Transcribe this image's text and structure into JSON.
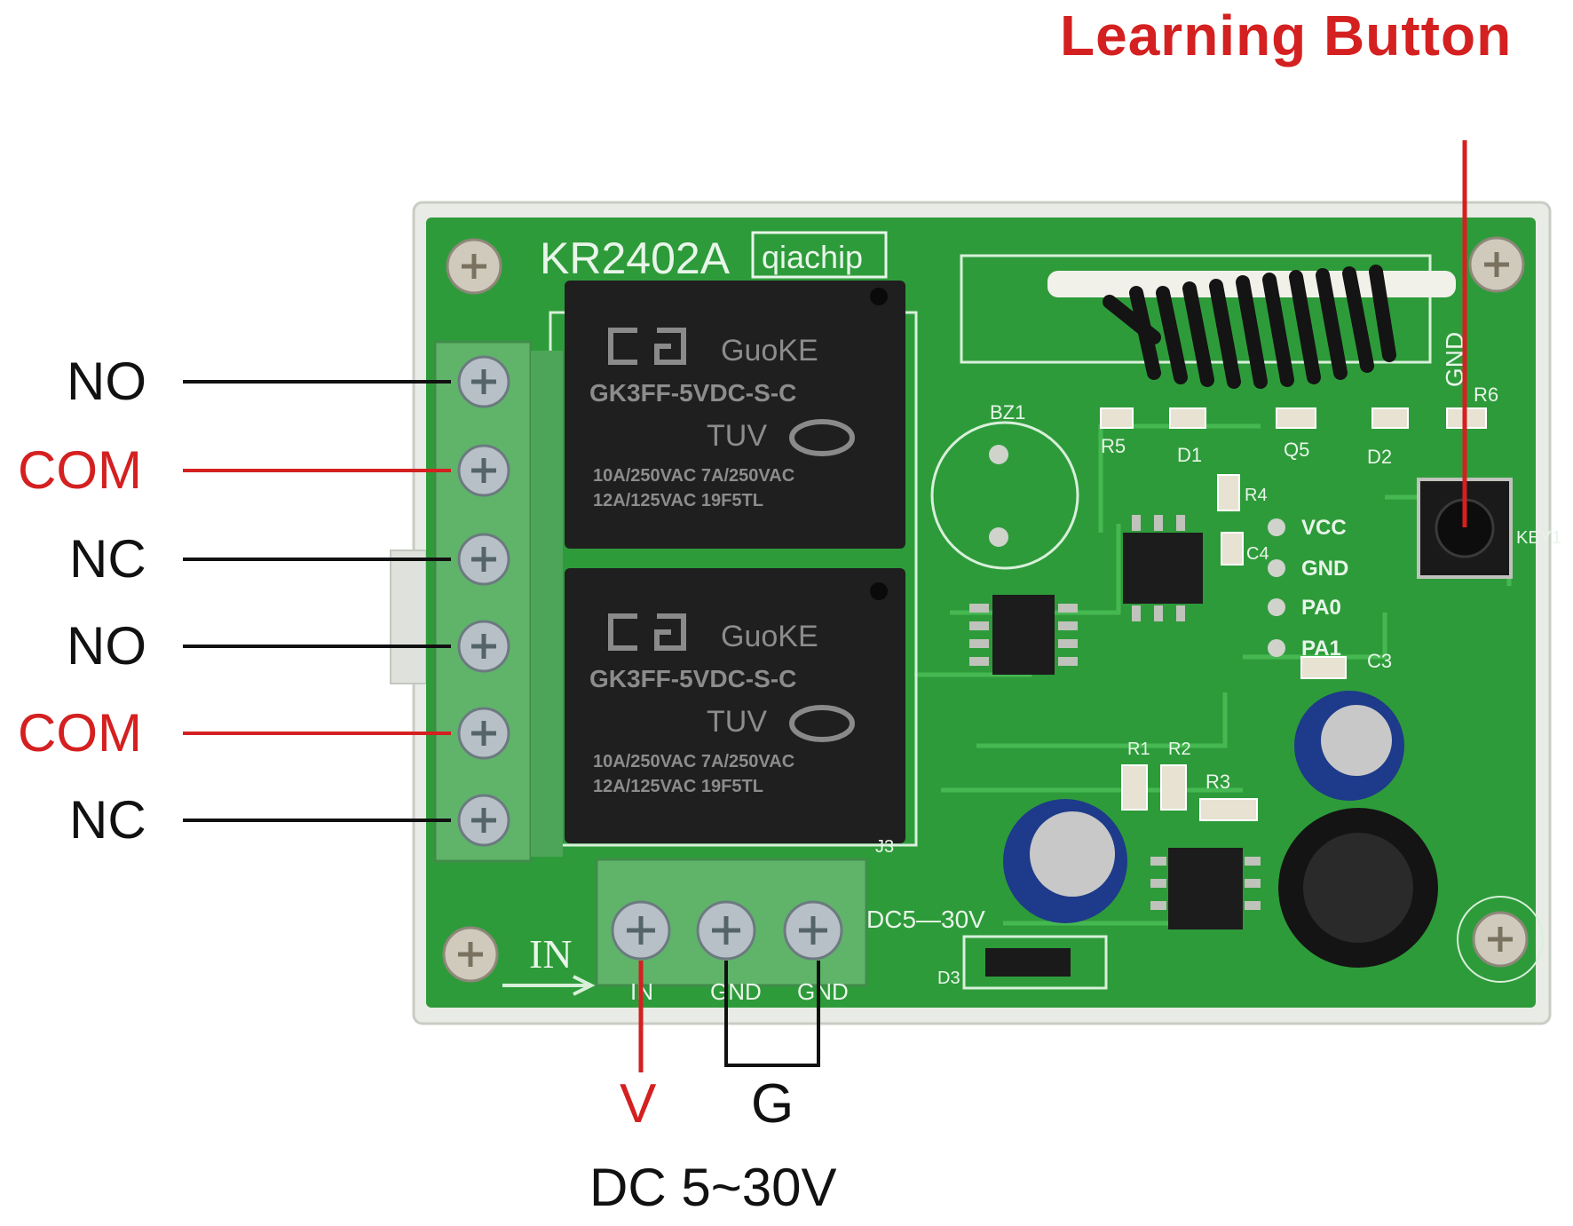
{
  "colors": {
    "label_red": "#d42020",
    "label_black": "#111111",
    "pcb_green": "#2e9b3a",
    "relay_black": "#1f1f1f",
    "terminal_green": "#5fb46a"
  },
  "board": {
    "model": "KR2402A",
    "brand": "qiachip",
    "dc_marking": "DC5—30V",
    "input_marking": "IN",
    "bottom_pin_labels": [
      "IN",
      "GND",
      "GND"
    ],
    "component_labels": {
      "bz": "BZ1",
      "r5": "R5",
      "d1": "D1",
      "q5": "Q5",
      "d2": "D2",
      "r6": "R6",
      "r4": "R4",
      "c4": "C4",
      "key": "KEY1",
      "c3": "C3",
      "r1": "R1",
      "r2": "R2",
      "r3": "R3",
      "j3": "J3",
      "d3": "D3",
      "gnd_vert": "GND"
    },
    "header_pins": [
      "VCC",
      "GND",
      "PA0",
      "PA1"
    ],
    "relays": [
      {
        "brand": "GuoKE",
        "model": "GK3FF-5VDC-S-C",
        "cert": "TUV",
        "rating1": "10A/250VAC  7A/250VAC",
        "rating2": "12A/125VAC    19F5TL"
      },
      {
        "brand": "GuoKE",
        "model": "GK3FF-5VDC-S-C",
        "cert": "TUV",
        "rating1": "10A/250VAC  7A/250VAC",
        "rating2": "12A/125VAC    19F5TL"
      }
    ]
  },
  "terminal_labels": [
    {
      "text": "NO",
      "color": "black"
    },
    {
      "text": "COM",
      "color": "red"
    },
    {
      "text": "NC",
      "color": "black"
    },
    {
      "text": "NO",
      "color": "black"
    },
    {
      "text": "COM",
      "color": "red"
    },
    {
      "text": "NC",
      "color": "black"
    }
  ],
  "learning_button_label": "Learning Button",
  "power": {
    "v_label": "V",
    "g_label": "G",
    "dc_label": "DC 5~30V"
  }
}
